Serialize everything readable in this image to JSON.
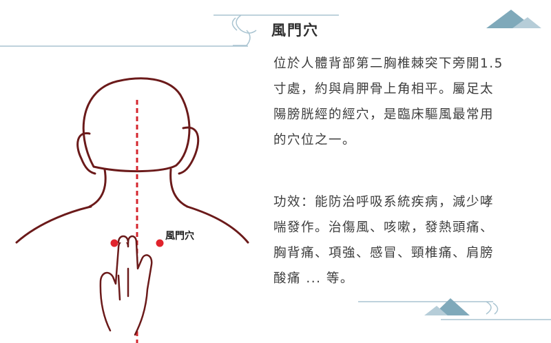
{
  "acupoint": {
    "title": "風門穴",
    "label": "風門穴",
    "description": "位於人體背部第二胸椎棘突下旁開1.5寸處，約與肩胛骨上角相平。屬足太陽膀胱經的經穴，是臨床驅風最常用的穴位之一。",
    "efficacy": "功效：能防治呼吸系統疾病，減少哮喘發作。治傷風、咳嗽，發熱頭痛、胸背痛、項強、感冒、頸椎痛、肩膀酸痛 ... 等。"
  },
  "colors": {
    "outline": "#6b1a1a",
    "acupoint_dot": "#e0232c",
    "spine_line": "#d4252d",
    "decoration": "#8fb3c3"
  }
}
